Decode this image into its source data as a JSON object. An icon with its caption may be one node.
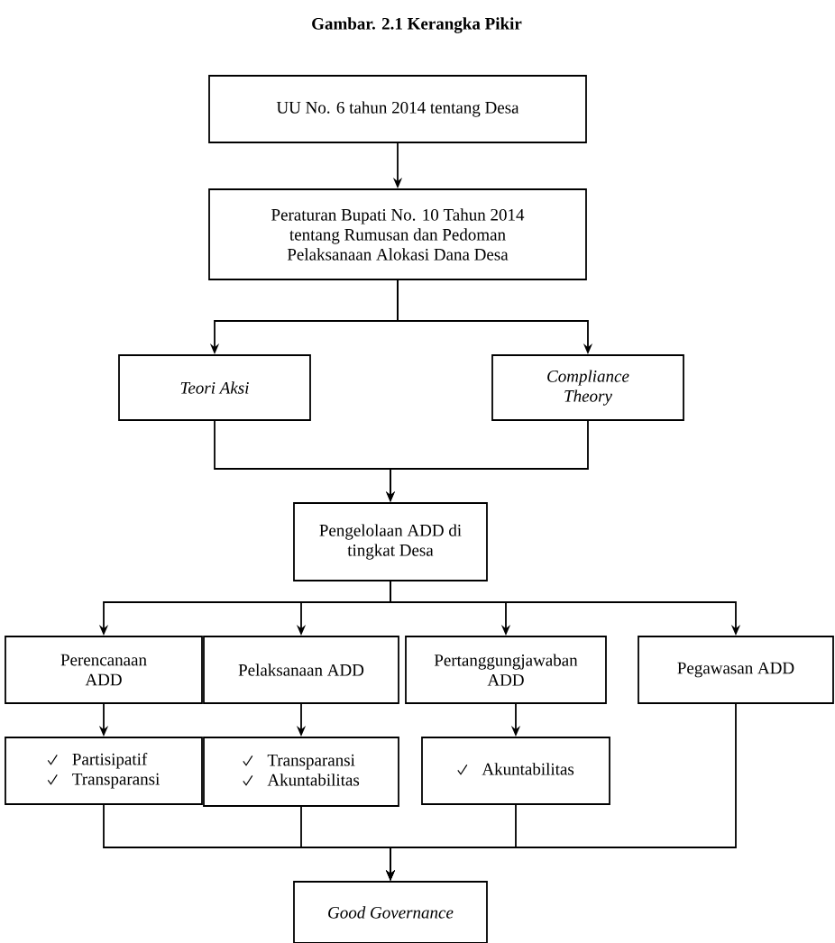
{
  "diagram": {
    "title": "Gambar. 2.1 Kerangka Pikir",
    "nodes": [
      {
        "text": [
          "UU No. 6 tahun 2014 tentang Desa"
        ]
      },
      {
        "text": [
          "Peraturan Bupati No. 10 Tahun 2014 tentang Rumusan dan Pedoman Pelaksanaan Alokasi Dana Desa"
        ]
      },
      {
        "text": [
          "Teori Aksi"
        ]
      },
      {
        "text": [
          "Compliance Theory"
        ]
      },
      {
        "text": [
          "Pengelolaan ADD di tingkat Desa"
        ]
      },
      {
        "text": [
          "Perencanaan ADD"
        ]
      },
      {
        "text": [
          "Pelaksanaan ADD"
        ]
      },
      {
        "text": [
          "Pertanggungjawaban ADD"
        ]
      },
      {
        "text": [
          "Pegawasan ADD"
        ]
      },
      {
        "text": [
          "Partisipatif",
          "Transparansi"
        ]
      },
      {
        "text": [
          "Transparansi",
          "Akuntabilitas"
        ]
      },
      {
        "text": [
          "Akuntabilitas"
        ]
      },
      {
        "text": [
          "Good Governance"
        ]
      }
    ],
    "edges": [
      {
        "from": 0,
        "to": 1,
        "arrow": "to"
      },
      {
        "from": 1,
        "to": 2,
        "arrow": "to"
      },
      {
        "from": 1,
        "to": 3,
        "arrow": "to"
      },
      {
        "from": 2,
        "to": 4,
        "arrow": "to"
      },
      {
        "from": 3,
        "to": 4,
        "arrow": "to"
      },
      {
        "from": 4,
        "to": 5,
        "arrow": "to"
      },
      {
        "from": 4,
        "to": 6,
        "arrow": "to"
      },
      {
        "from": 4,
        "to": 7,
        "arrow": "to"
      },
      {
        "from": 4,
        "to": 8,
        "arrow": "to"
      },
      {
        "from": 5,
        "to": 9,
        "arrow": "to"
      },
      {
        "from": 6,
        "to": 10,
        "arrow": "to"
      },
      {
        "from": 7,
        "to": 11,
        "arrow": "to"
      },
      {
        "from": 9,
        "to": 12,
        "arrow": "to"
      },
      {
        "from": 10,
        "to": 12,
        "arrow": "to"
      },
      {
        "from": 11,
        "to": 12,
        "arrow": "to"
      },
      {
        "from": 8,
        "to": 12,
        "arrow": "to"
      }
    ]
  }
}
